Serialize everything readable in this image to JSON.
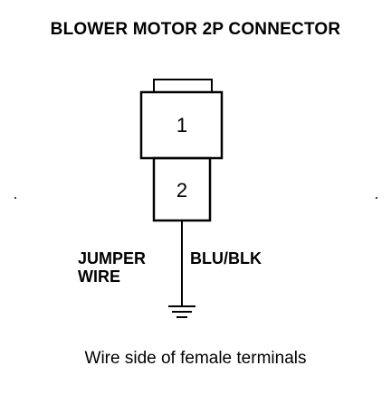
{
  "title": "BLOWER MOTOR 2P CONNECTOR",
  "connector": {
    "pins": [
      {
        "number": "1"
      },
      {
        "number": "2"
      }
    ]
  },
  "labels": {
    "jumper_line1": "JUMPER",
    "jumper_line2": "WIRE",
    "wire_color": "BLU/BLK"
  },
  "caption": "Wire side of female terminals"
}
